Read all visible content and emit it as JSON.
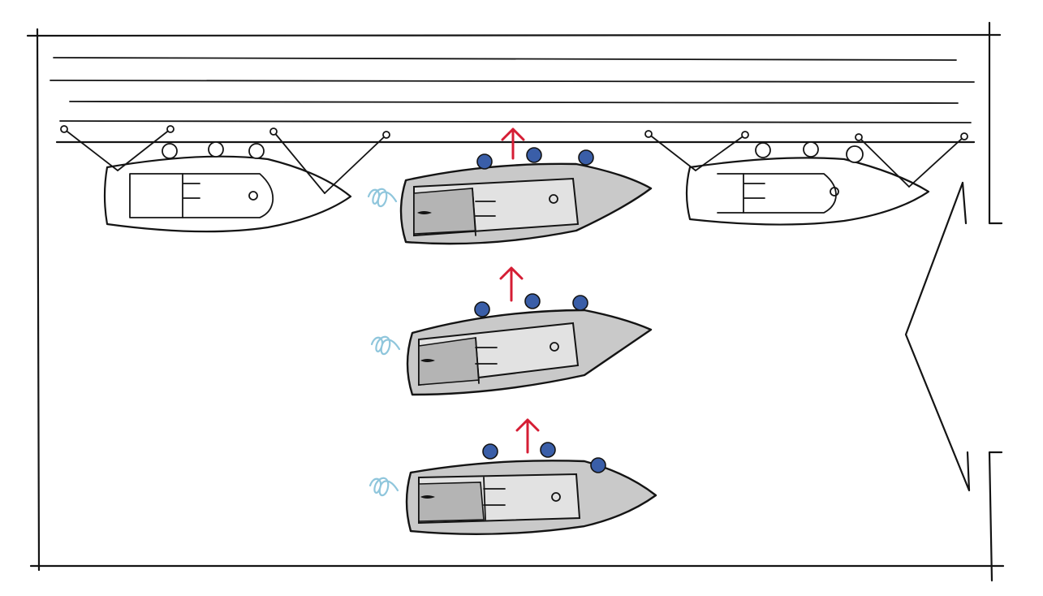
{
  "scene": {
    "moored_boats": [
      {
        "name": "moored-boat-left",
        "crew_count": 3,
        "lines_count": 4
      },
      {
        "name": "moored-boat-right",
        "crew_count": 3,
        "lines_count": 4
      }
    ],
    "motoring_boats": [
      {
        "name": "motoring-boat-top",
        "crew_count": 3,
        "direction": "up"
      },
      {
        "name": "motoring-boat-middle",
        "crew_count": 3,
        "direction": "up"
      },
      {
        "name": "motoring-boat-bottom",
        "crew_count": 3,
        "direction": "up"
      }
    ]
  },
  "colors": {
    "ink": "#141414",
    "motoring_hull": "#c9c9c9",
    "crew_blue": "#3a5ea8",
    "movement_arrow_red": "#d51d34",
    "prop_wash_blue": "#8fc6dc"
  },
  "icons": {
    "movement": "arrow-up-icon",
    "prop_wash": "prop-wash-icon",
    "crew": "person-icon"
  }
}
